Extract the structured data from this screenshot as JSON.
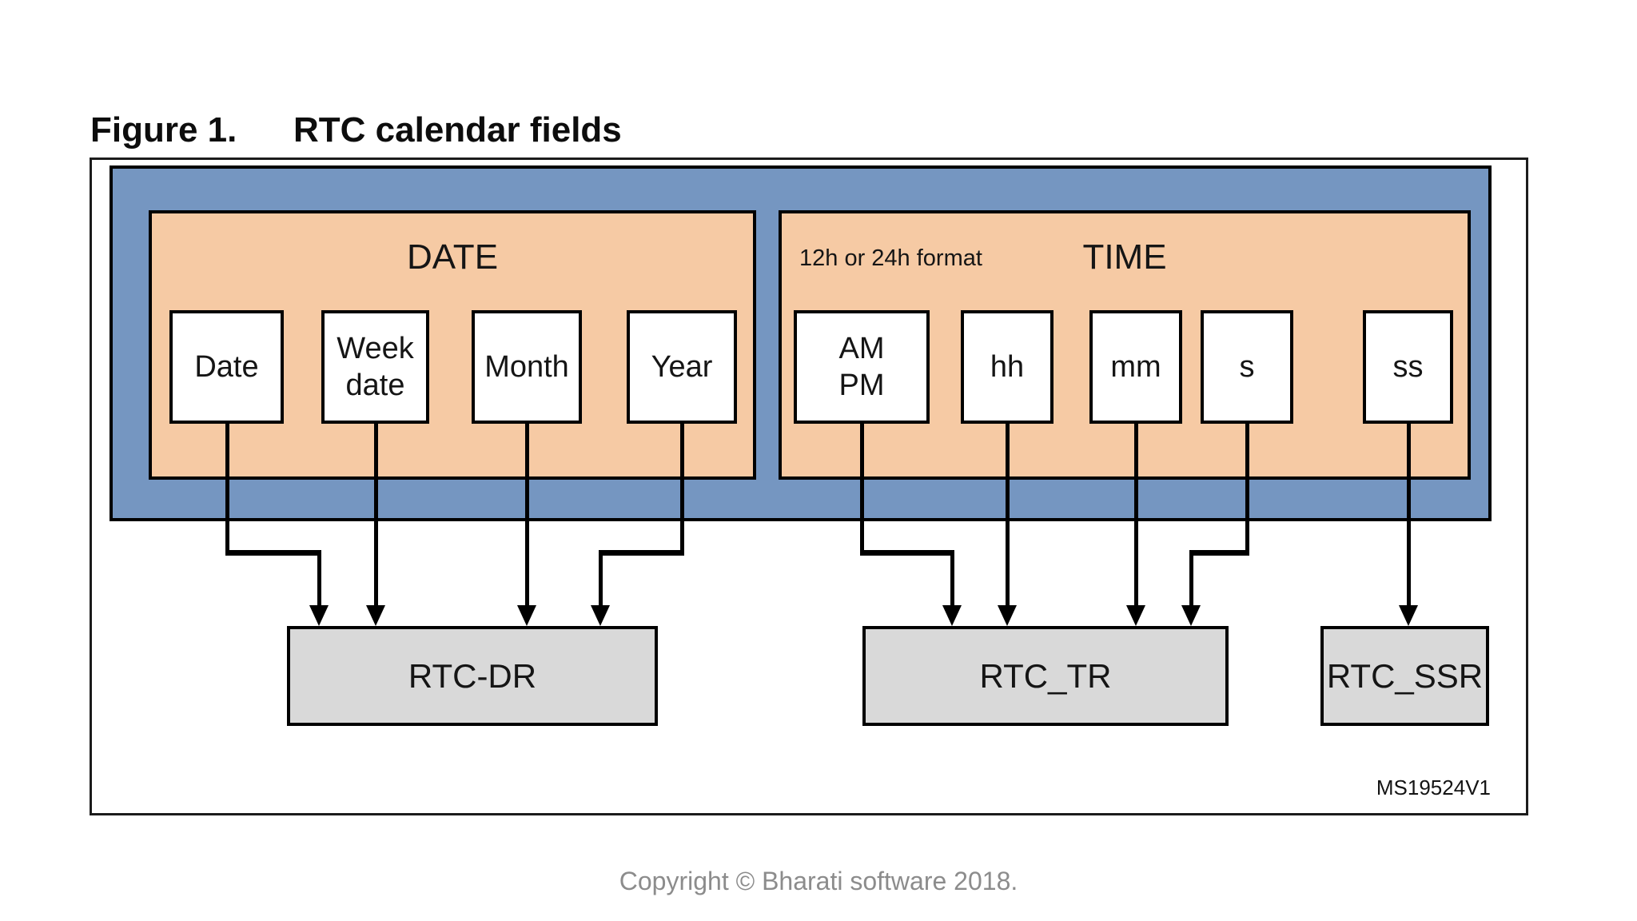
{
  "figure": {
    "label": "Figure 1.",
    "title": "RTC calendar fields"
  },
  "diagram": {
    "date_section": {
      "label": "DATE",
      "fields": [
        {
          "label": "Date"
        },
        {
          "label": "Week\ndate"
        },
        {
          "label": "Month"
        },
        {
          "label": "Year"
        }
      ]
    },
    "time_section": {
      "label": "TIME",
      "format_note": "12h or 24h format",
      "fields": [
        {
          "label": "AM\nPM"
        },
        {
          "label": "hh"
        },
        {
          "label": "mm"
        },
        {
          "label": "s"
        },
        {
          "label": "ss"
        }
      ]
    },
    "registers": [
      {
        "label": "RTC-DR"
      },
      {
        "label": "RTC_TR"
      },
      {
        "label": "RTC_SSR"
      }
    ],
    "watermark": "MS19524V1",
    "colors": {
      "band_blue": "#7596C1",
      "section_peach": "#F6CAA4",
      "register_gray": "#D9D9D9",
      "border_black": "#000000",
      "copyright_gray": "#8C8C8C"
    }
  },
  "footer": {
    "copyright": "Copyright © Bharati software 2018."
  }
}
